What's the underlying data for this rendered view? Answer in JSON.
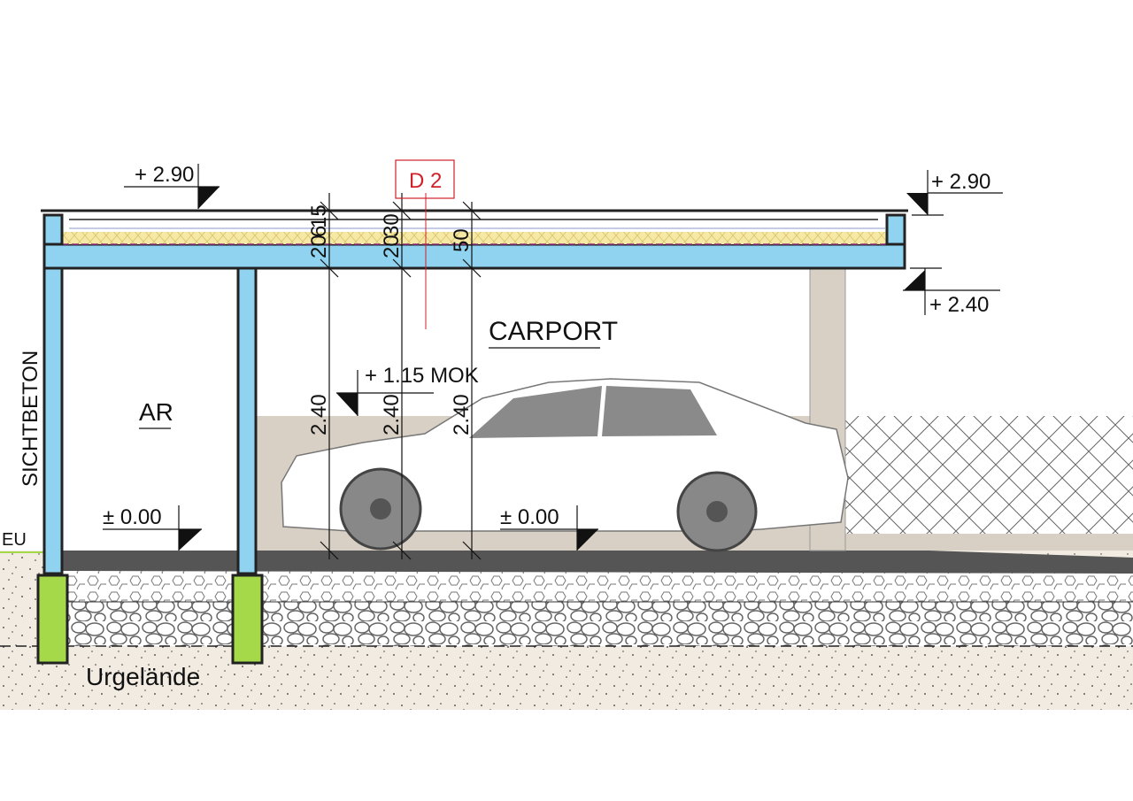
{
  "levels": {
    "roof_top_left": "+ 2.90",
    "roof_top_right": "+ 2.90",
    "roof_bottom_right": "+ 2.40",
    "floor_ar": "± 0.00",
    "floor_carport": "± 0.00",
    "mok": "+ 1.15 MOK"
  },
  "detail_marker": "D 2",
  "rooms": {
    "ar": "AR",
    "carport": "CARPORT"
  },
  "labels": {
    "wall": "SICHTBETON",
    "eu": "EU",
    "ground": "Urgelände"
  },
  "dimensions": {
    "col1": [
      "20",
      "6",
      "15"
    ],
    "col2": [
      "20",
      "30"
    ],
    "col3": [
      "50"
    ],
    "heights": [
      "2.40",
      "2.40",
      "2.40"
    ]
  },
  "colors": {
    "concrete_blue": "#8fd3f0",
    "footing_green": "#a6d94a",
    "insulation_yellow": "#f6e9a6",
    "wall_beige": "#d8d0c4",
    "soil": "#f1ebe2",
    "floor": "#555555",
    "detail_red": "#d0202a"
  }
}
